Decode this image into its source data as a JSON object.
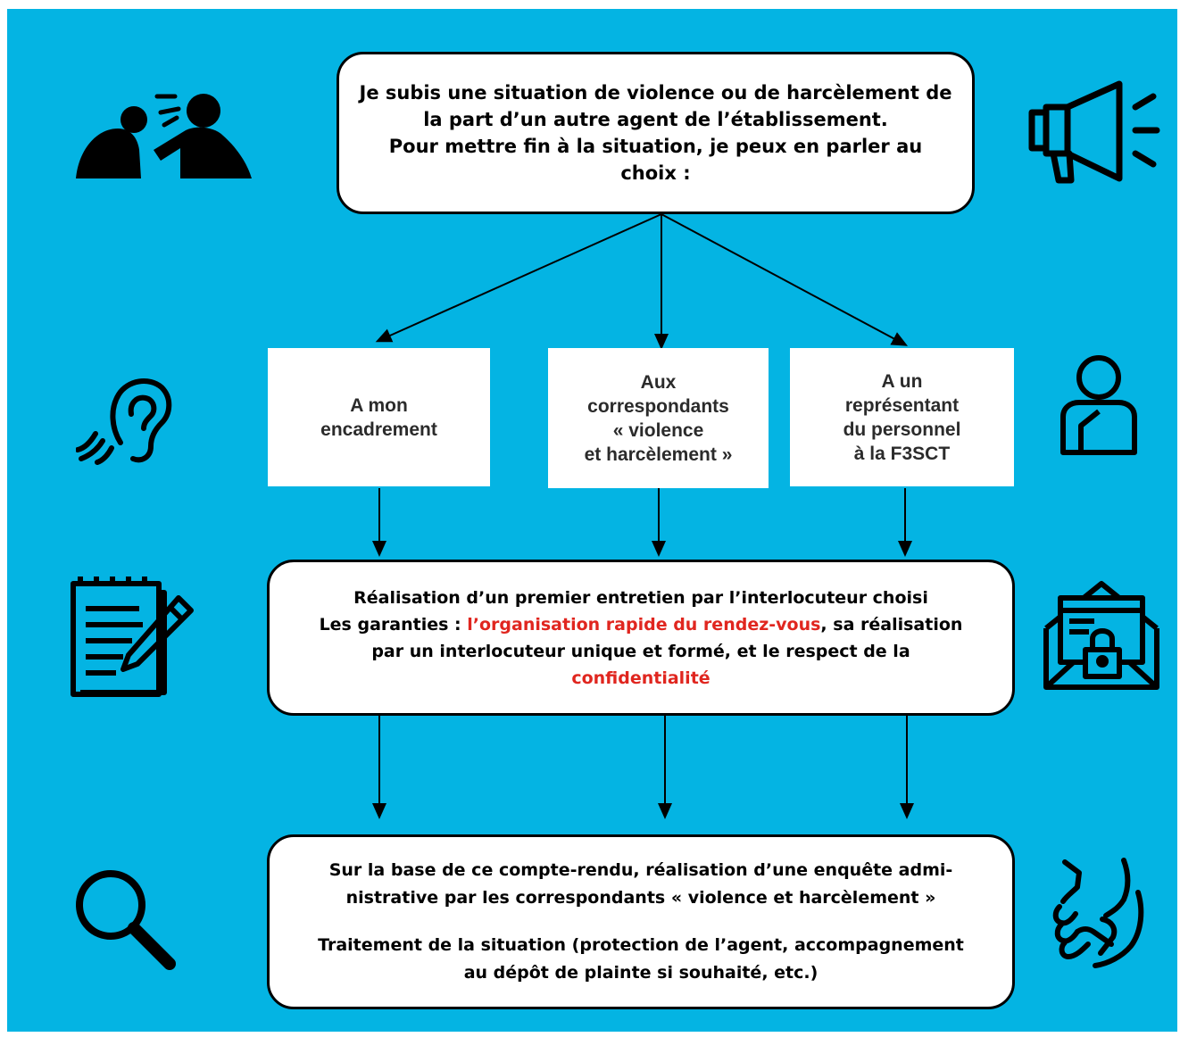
{
  "top_box": {
    "lines": [
      "Je subis une situation de violence ou de harcèlement de",
      "la part d’un autre agent de l’établissement.",
      "Pour mettre fin à la situation, je peux en parler au",
      "choix :"
    ]
  },
  "options": [
    {
      "label": "A mon\nencadrement"
    },
    {
      "label": "Aux\ncorrespondants\n« violence\net harcèlement »"
    },
    {
      "label": "A un\nreprésentant\ndu personnel\nà la F3SCT"
    }
  ],
  "interview_box": {
    "line1": "Réalisation d’un premier entretien par l’interlocuteur choisi",
    "line2_prefix": "Les garanties : ",
    "line2_highlight": "l’organisation rapide du rendez-vous",
    "line2_suffix": ", sa réalisation",
    "line3": "par un interlocuteur unique et formé, et le respect de la",
    "line4_highlight": "confidentialité"
  },
  "final_box": {
    "line1": "Sur la base de ce compte-rendu, réalisation d’une enquête admi-",
    "line2": "nistrative par les correspondants « violence et harcèlement »",
    "line3": "Traitement de la situation (protection de l’agent, accompagnement",
    "line4": "au dépôt de plainte si souhaité, etc.)"
  },
  "icons": {
    "left": [
      "shouting-people-icon",
      "listening-ear-icon",
      "notepad-pen-icon",
      "magnifier-icon"
    ],
    "right": [
      "megaphone-icon",
      "person-icon",
      "secure-envelope-icon",
      "handshake-icon"
    ]
  },
  "colors": {
    "background": "#04b4e3",
    "highlight": "#e0261f",
    "box": "#ffffff"
  }
}
